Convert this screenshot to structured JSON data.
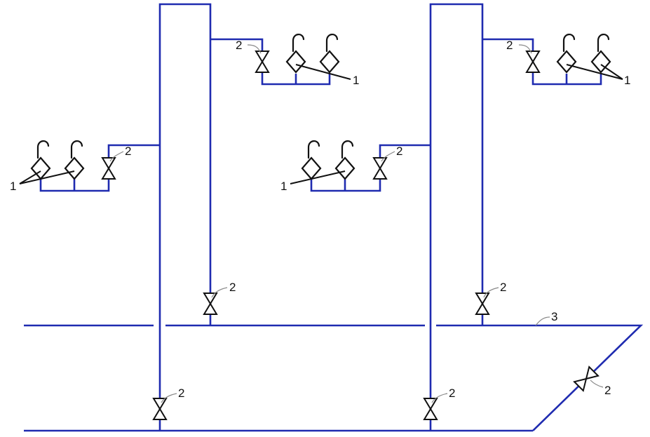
{
  "colors": {
    "pipe": "#1f2bb0",
    "fixture": "#111111",
    "leader": "#888888",
    "background": "#ffffff"
  },
  "labels": {
    "fixture": "1",
    "valve": "2",
    "main": "3"
  },
  "legend_items": [
    {
      "id": "fixture",
      "icon": "wash-basin-tap-icon",
      "label": "1"
    },
    {
      "id": "valve",
      "icon": "shutoff-valve-icon",
      "label": "2"
    },
    {
      "id": "main",
      "icon": "supply-main-pipe",
      "label": "3"
    }
  ]
}
